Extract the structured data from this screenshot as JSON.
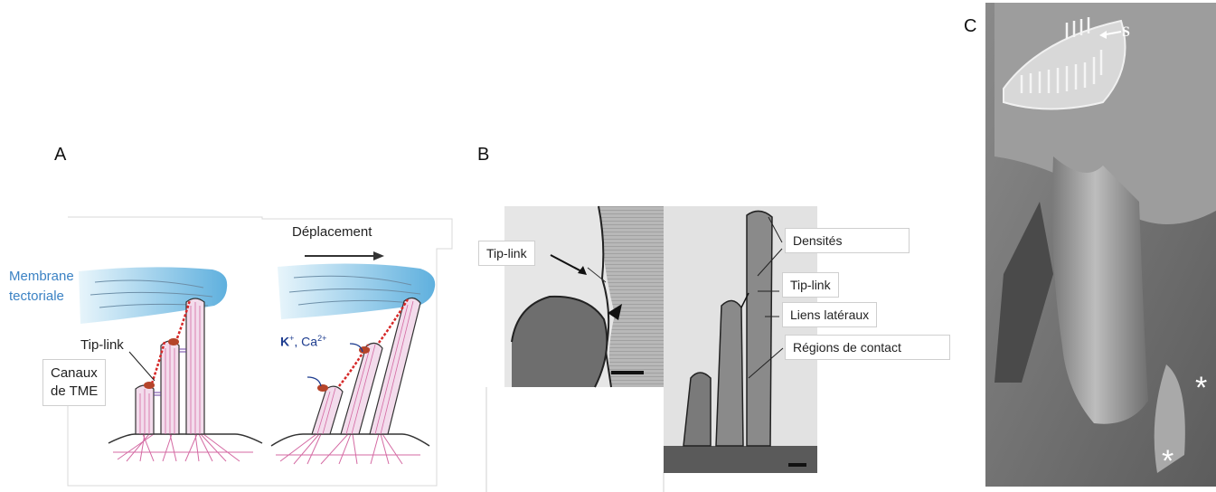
{
  "panels": {
    "a": {
      "letter": "A",
      "membrane_label_line1": "Membrane",
      "membrane_label_line2": "tectoriale",
      "displacement_label": "Déplacement",
      "tip_link_label": "Tip-link",
      "channels_label_line1": "Canaux",
      "channels_label_line2": "de TME",
      "ions_k": "K",
      "ions_k_sup": "+",
      "ions_sep": ", Ca",
      "ions_ca_sup": "2+"
    },
    "b": {
      "letter": "B",
      "tip_link_left": "Tip-link",
      "densities": "Densités",
      "tip_link_right": "Tip-link",
      "lateral_links": "Liens latéraux",
      "contact_regions": "Régions de contact"
    },
    "c": {
      "letter": "C",
      "s_label": "S",
      "asterisk_1": "*",
      "asterisk_2": "*"
    }
  },
  "colors": {
    "membrane": "#8ecae6",
    "membrane_text": "#3b82c4",
    "stereocilia_fill": "#f3dcec",
    "stereocilia_line": "#c77fa8",
    "tip_link": "#d62828",
    "channel": "#b5442a",
    "ion_text": "#1d3c8f"
  }
}
